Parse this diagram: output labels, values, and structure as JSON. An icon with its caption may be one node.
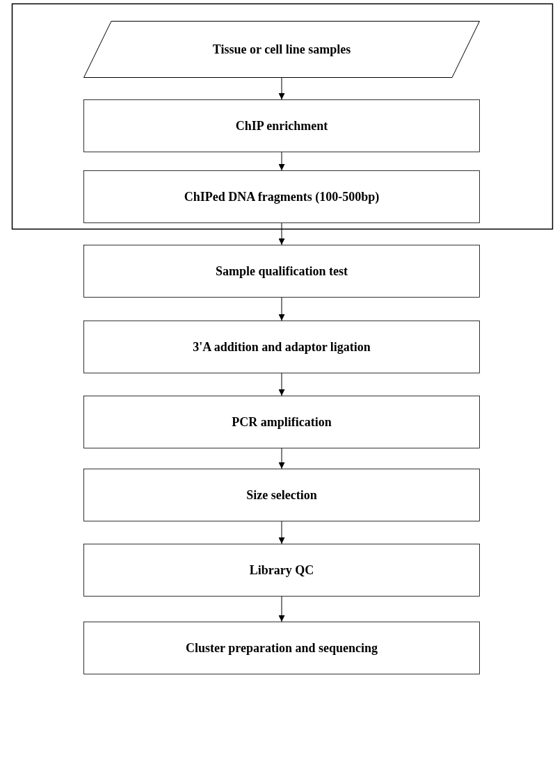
{
  "diagram": {
    "nodes": [
      {
        "text": [],
        "shape": "box"
      },
      {
        "text": [
          "Tissue or cell line samples"
        ],
        "in": 0
      },
      {
        "text": [
          "ChIP enrichment"
        ],
        "in": 0
      },
      {
        "text": [
          "ChIPed DNA fragments (100-500bp)"
        ],
        "in": 0
      },
      {
        "text": [
          "Sample qualification test"
        ]
      },
      {
        "text": [
          "3'A addition and adaptor ligation"
        ]
      },
      {
        "text": [
          "PCR amplification"
        ]
      },
      {
        "text": [
          "Size selection"
        ]
      },
      {
        "text": [
          "Library QC"
        ]
      },
      {
        "text": [
          "Cluster preparation and sequencing"
        ]
      }
    ],
    "edges": [
      {
        "from": 1,
        "to": 2,
        "arrow": "to"
      },
      {
        "from": 2,
        "to": 3,
        "arrow": "to"
      },
      {
        "from": 3,
        "to": 4,
        "arrow": "to"
      },
      {
        "from": 4,
        "to": 5,
        "arrow": "to"
      },
      {
        "from": 5,
        "to": 6,
        "arrow": "to"
      },
      {
        "from": 6,
        "to": 7,
        "arrow": "to"
      },
      {
        "from": 7,
        "to": 8,
        "arrow": "to"
      },
      {
        "from": 8,
        "to": 9,
        "arrow": "to"
      }
    ]
  }
}
